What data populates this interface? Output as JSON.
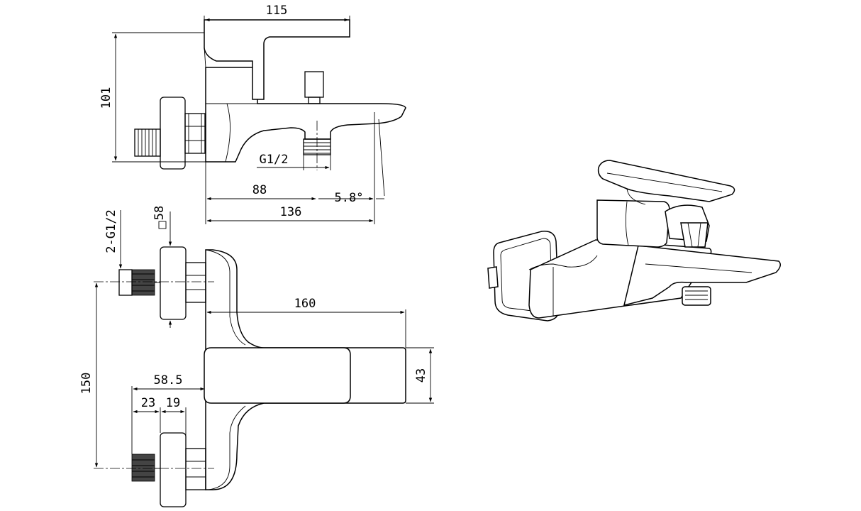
{
  "dimensions": {
    "top_width_115": "115",
    "height_101": "101",
    "thread_g12": "G1/2",
    "depth_88": "88",
    "angle": "5.8°",
    "length_136": "136",
    "inlet_2g12": "2-G1/2",
    "nut_square_58": "58",
    "spout_160": "160",
    "centers_150": "150",
    "depth_585": "58.5",
    "thread_23": "23",
    "hex_19": "19",
    "body_height_43": "43"
  },
  "colors": {
    "line": "#000000",
    "background": "#ffffff",
    "thread_fill": "#444444"
  }
}
